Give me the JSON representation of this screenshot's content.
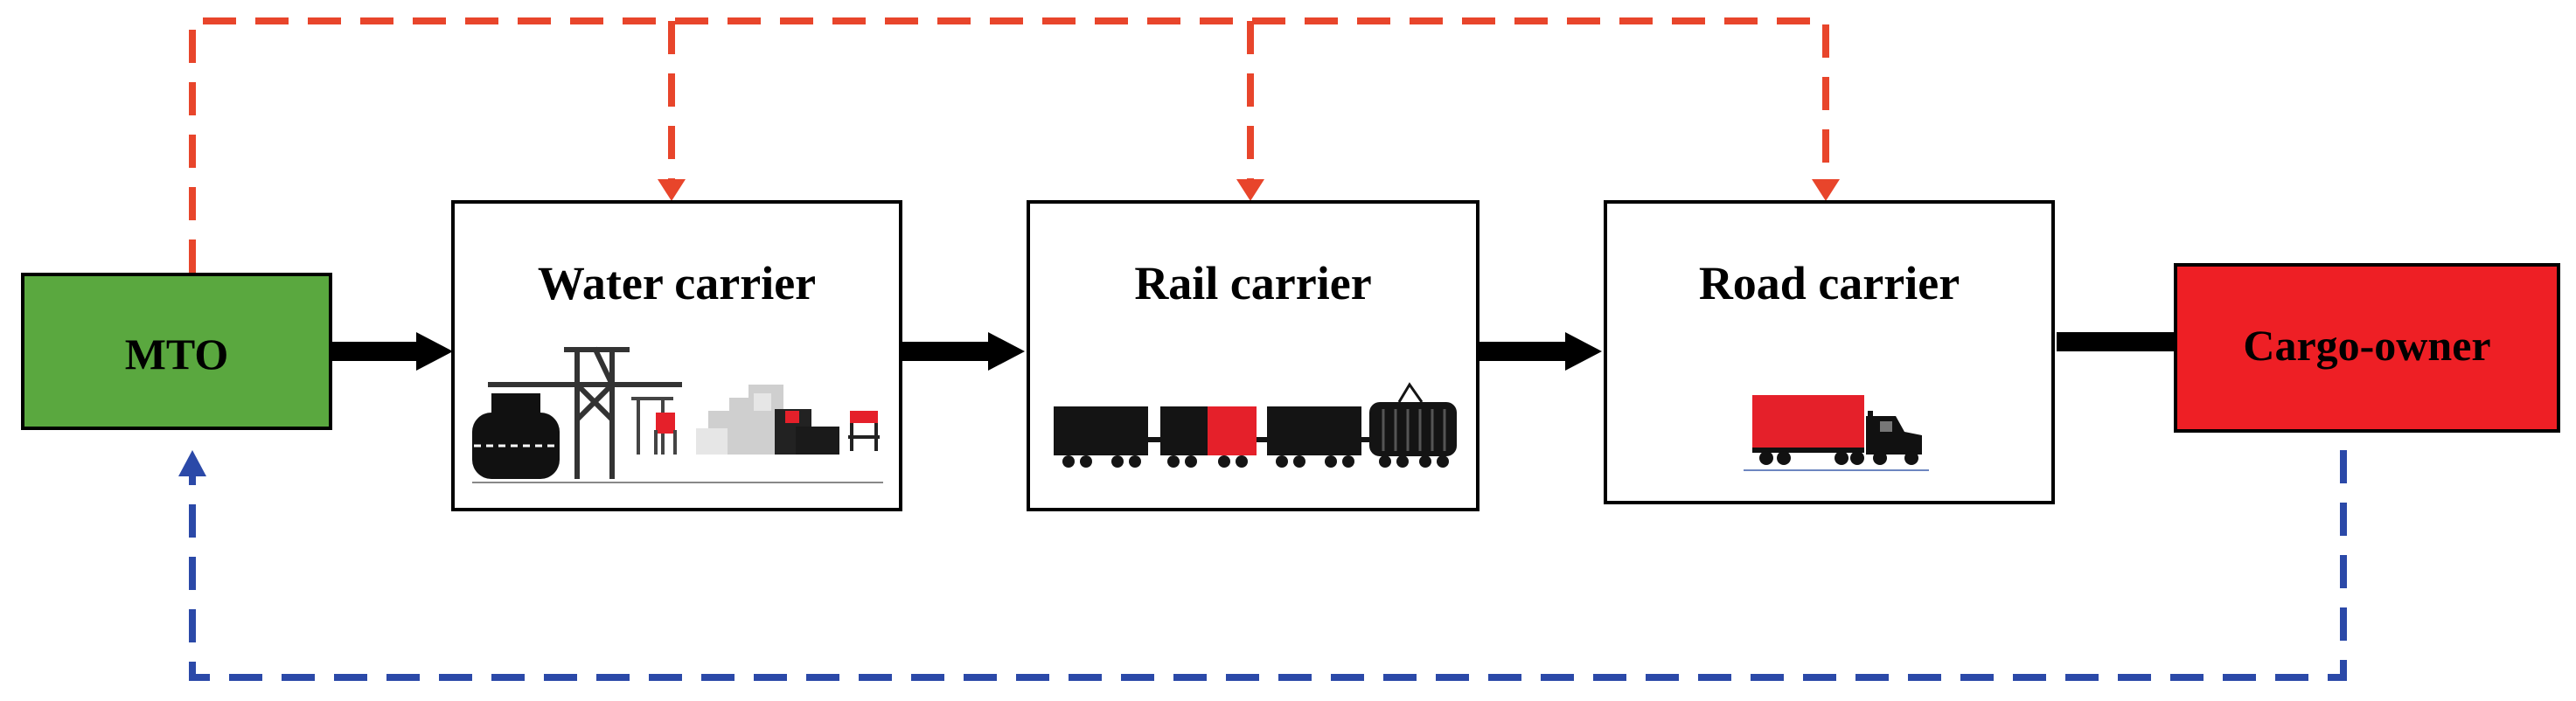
{
  "nodes": {
    "mto": {
      "label": "MTO",
      "fill": "#5aa83f"
    },
    "water": {
      "label": "Water carrier",
      "icon": "container-port-icon"
    },
    "rail": {
      "label": "Rail carrier",
      "icon": "freight-train-icon"
    },
    "road": {
      "label": "Road carrier",
      "icon": "truck-icon"
    },
    "cargo": {
      "label": "Cargo-owner",
      "fill": "#ee1f25"
    }
  },
  "colors": {
    "flow_arrow": "#000000",
    "control_dashed": "#e8452b",
    "feedback_dashed": "#2b49a8",
    "accent_red": "#e5202a"
  }
}
